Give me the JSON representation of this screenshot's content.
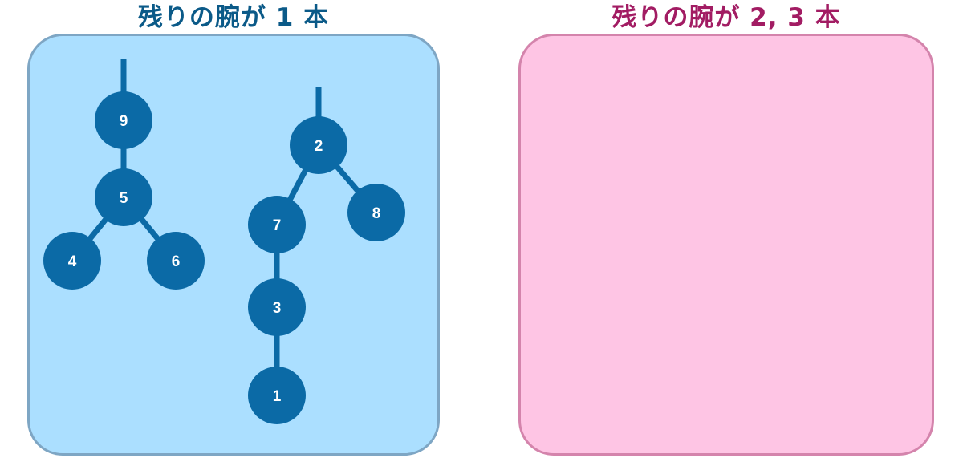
{
  "colors": {
    "left_title": "#0b5a88",
    "left_panel_fill": "#abdfff",
    "left_panel_border": "#7ea6c4",
    "node": "#0b6aa6",
    "right_title": "#a21c63",
    "right_panel_fill": "#fec5e4",
    "right_panel_border": "#d484ac"
  },
  "left": {
    "title": "残りの腕が 1 本",
    "tree1": {
      "root": "9",
      "child": "5",
      "left_leaf": "4",
      "right_leaf": "6"
    },
    "tree2": {
      "root": "2",
      "left_child": "7",
      "right_child": "8",
      "mid": "3",
      "bottom": "1"
    }
  },
  "right": {
    "title": "残りの腕が 2, 3 本"
  }
}
